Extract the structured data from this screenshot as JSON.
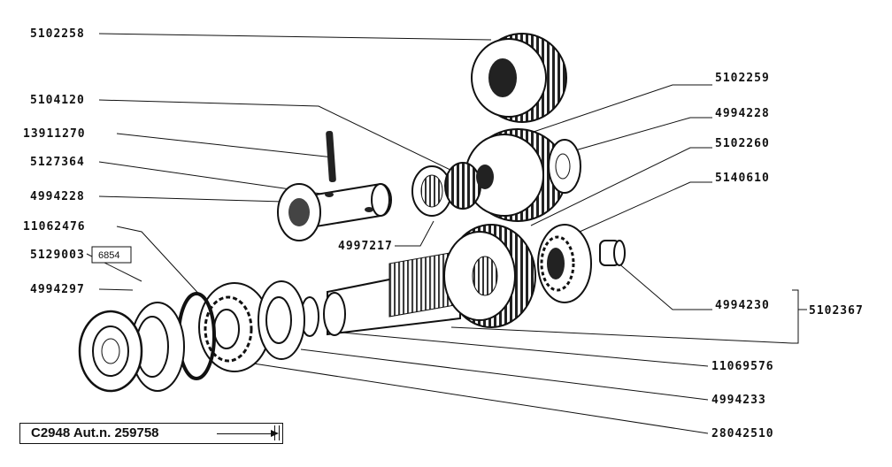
{
  "labels": {
    "p5102258": "5102258",
    "p5104120": "5104120",
    "p13911270": "13911270",
    "p5127364": "5127364",
    "p4994228a": "4994228",
    "p11062476": "11062476",
    "p5129003": "5129003",
    "p6854": "6854",
    "p4994297": "4994297",
    "p4997217": "4997217",
    "p5102259": "5102259",
    "p4994228b": "4994228",
    "p5102260": "5102260",
    "p5140610": "5140610",
    "p4994230": "4994230",
    "p5102367": "5102367",
    "p11069576": "11069576",
    "p4994233": "4994233",
    "p28042510": "28042510"
  },
  "footer": {
    "text": "C2948 Aut.n. 259758"
  }
}
